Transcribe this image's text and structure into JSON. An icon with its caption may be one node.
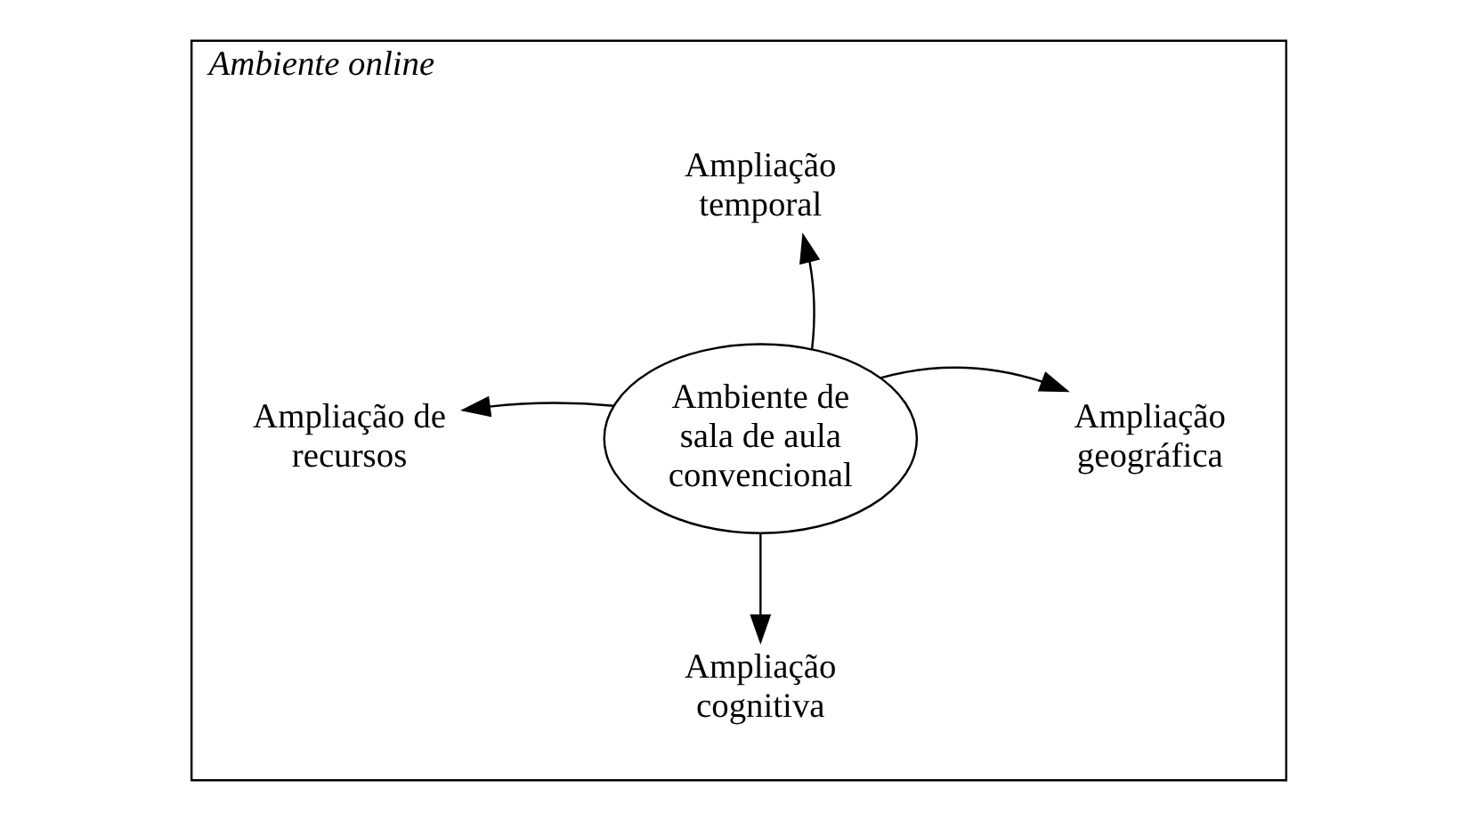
{
  "diagram": {
    "nodes": [
      {
        "text": [
          "Ambiente online"
        ]
      },
      {
        "text": [
          "Ambiente de sala de aula convencional"
        ],
        "in": 0
      },
      {
        "text": [
          "Ampliação temporal"
        ],
        "in": 0
      },
      {
        "text": [
          "Ampliação de recursos"
        ],
        "in": 0
      },
      {
        "text": [
          "Ampliação geográfica"
        ],
        "in": 0
      },
      {
        "text": [
          "Ampliação cognitiva"
        ],
        "in": 0
      }
    ],
    "edges": [
      {
        "from": 1,
        "to": 2,
        "arrow": "to"
      },
      {
        "from": 1,
        "to": 3,
        "arrow": "to"
      },
      {
        "from": 1,
        "to": 4,
        "arrow": "to"
      },
      {
        "from": 1,
        "to": 5,
        "arrow": "to"
      }
    ]
  }
}
